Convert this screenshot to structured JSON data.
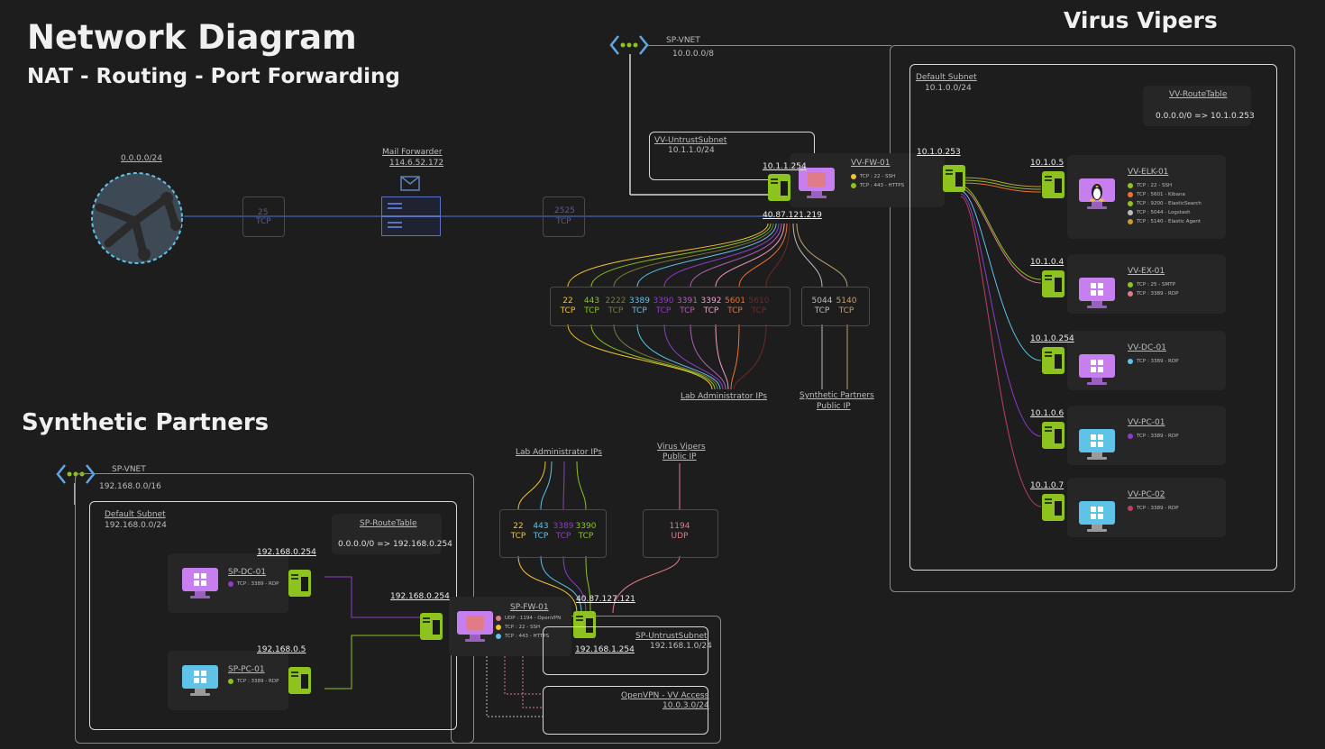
{
  "titles": {
    "main": "Network Diagram",
    "subtitle": "NAT - Routing - Port Forwarding",
    "virus_vipers": "Virus Vipers",
    "synthetic_partners": "Synthetic Partners"
  },
  "colors": {
    "background": "#1d1d1d",
    "nic_green": "#8ec21f",
    "purple_screen": "#c77ff0",
    "blue_screen": "#5fc3e8",
    "red_screen": "#e07c8a"
  },
  "internet": {
    "label": "0.0.0.0/24",
    "port1": "25",
    "port1_proto": "TCP",
    "mail_label": "Mail Forwarder",
    "mail_ip": "114.6.52.172",
    "port2": "2525",
    "port2_proto": "TCP"
  },
  "vv": {
    "vnet_name": "SP-VNET",
    "vnet_cidr": "10.0.0.0/8",
    "untrust_name": "VV-UntrustSubnet",
    "untrust_cidr": "10.1.1.0/24",
    "fw_name": "VV-FW-01",
    "fw_rules": [
      {
        "color": "#f2c232",
        "text": "TCP : 22 - SSH"
      },
      {
        "color": "#8ec21f",
        "text": "TCP : 443 - HTTPS"
      }
    ],
    "fw_inner_ip": "10.1.1.254",
    "fw_public_ip": "40.87.121.219",
    "fw_default_ip": "10.1.0.253",
    "default_name": "Default Subnet",
    "default_cidr": "10.1.0.0/24",
    "route_table": "VV-RouteTable",
    "route": "0.0.0.0/0 => 10.1.0.253",
    "ports_admin": [
      {
        "num": "22",
        "proto": "TCP",
        "color": "#f2c232"
      },
      {
        "num": "443",
        "proto": "TCP",
        "color": "#8ec21f"
      },
      {
        "num": "2222",
        "proto": "TCP",
        "color": "#7d7a3a"
      },
      {
        "num": "3389",
        "proto": "TCP",
        "color": "#5fc3e8"
      },
      {
        "num": "3390",
        "proto": "TCP",
        "color": "#8e3cc8"
      },
      {
        "num": "3391",
        "proto": "TCP",
        "color": "#b060b0"
      },
      {
        "num": "3392",
        "proto": "TCP",
        "color": "#f0a0c8"
      },
      {
        "num": "5601",
        "proto": "TCP",
        "color": "#f07030"
      },
      {
        "num": "5610",
        "proto": "TCP",
        "color": "#6a2a2a"
      }
    ],
    "ports_partner": [
      {
        "num": "5044",
        "proto": "TCP",
        "color": "#bdbdbd"
      },
      {
        "num": "5140",
        "proto": "TCP",
        "color": "#c0a070"
      }
    ],
    "label_admin": "Lab Administrator IPs",
    "label_partner": "Synthetic Partners",
    "label_partner2": "Public IP",
    "hosts": [
      {
        "ip": "10.1.0.5",
        "name": "VV-ELK-01",
        "screen": "linux",
        "rules": [
          {
            "color": "#8ec21f",
            "text": "TCP : 22 - SSH"
          },
          {
            "color": "#f07030",
            "text": "TCP : 5601 - Kibana"
          },
          {
            "color": "#8ec21f",
            "text": "TCP : 9200 - ElasticSearch"
          },
          {
            "color": "#bdbdbd",
            "text": "TCP : 5044 - Logstash"
          },
          {
            "color": "#c0a030",
            "text": "TCP : 5140 - Elastic Agent"
          }
        ]
      },
      {
        "ip": "10.1.0.4",
        "name": "VV-EX-01",
        "screen": "purple",
        "rules": [
          {
            "color": "#8ec21f",
            "text": "TCP : 25 - SMTP"
          },
          {
            "color": "#e07c8a",
            "text": "TCP : 3389 - RDP"
          }
        ]
      },
      {
        "ip": "10.1.0.254",
        "name": "VV-DC-01",
        "screen": "purple",
        "rules": [
          {
            "color": "#5fc3e8",
            "text": "TCP : 3389 - RDP"
          }
        ]
      },
      {
        "ip": "10.1.0.6",
        "name": "VV-PC-01",
        "screen": "blue",
        "rules": [
          {
            "color": "#8e3cc8",
            "text": "TCP : 3389 - RDP"
          }
        ]
      },
      {
        "ip": "10.1.0.7",
        "name": "VV-PC-02",
        "screen": "blue",
        "rules": [
          {
            "color": "#c04060",
            "text": "TCP : 3389 - RDP"
          }
        ]
      }
    ]
  },
  "sp": {
    "vnet_name": "SP-VNET",
    "vnet_cidr": "192.168.0.0/16",
    "default_name": "Default Subnet",
    "default_cidr": "192.168.0.0/24",
    "route_table": "SP-RouteTable",
    "route": "0.0.0.0/0 => 192.168.0.254",
    "dc": {
      "ip": "192.168.0.254",
      "name": "SP-DC-01",
      "rule": {
        "color": "#8e3cc8",
        "text": "TCP : 3389 - RDP"
      }
    },
    "pc": {
      "ip": "192.168.0.5",
      "name": "SP-PC-01",
      "rule": {
        "color": "#8ec21f",
        "text": "TCP : 3389 - RDP"
      }
    },
    "fw": {
      "name": "SP-FW-01",
      "inner_ip": "192.168.0.254",
      "public_ip": "40.87.127.121",
      "untrust_ip": "192.168.1.254",
      "rules": [
        {
          "color": "#e07c8a",
          "text": "UDP : 1194 - OpenVPN"
        },
        {
          "color": "#f2c232",
          "text": "TCP : 22 - SSH"
        },
        {
          "color": "#5fc3e8",
          "text": "TCP : 443 - HTTPS"
        }
      ]
    },
    "label_admin": "Lab Administrator IPs",
    "label_vv": "Virus Vipers",
    "label_vv2": "Public IP",
    "ports_admin": [
      {
        "num": "22",
        "proto": "TCP",
        "color": "#f2c232"
      },
      {
        "num": "443",
        "proto": "TCP",
        "color": "#5fc3e8"
      },
      {
        "num": "3389",
        "proto": "TCP",
        "color": "#8e3cc8"
      },
      {
        "num": "3390",
        "proto": "TCP",
        "color": "#8ec21f"
      }
    ],
    "port_vpn": {
      "num": "1194",
      "proto": "UDP",
      "color": "#e07c8a"
    },
    "untrust_name": "SP-UntrustSubnet",
    "untrust_cidr": "192.168.1.0/24",
    "vpn_name": "OpenVPN - VV Access",
    "vpn_cidr": "10.0.3.0/24"
  }
}
